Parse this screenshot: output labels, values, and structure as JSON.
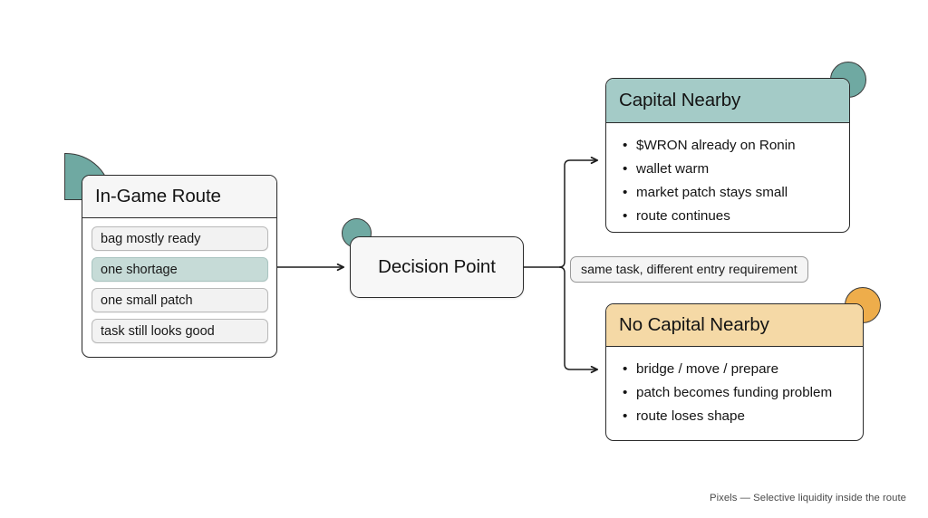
{
  "diagram": {
    "title_caption": "Pixels — Selective liquidity inside the route",
    "colors": {
      "teal_header": "#a4cbc7",
      "teal_chip": "#c6dbd7",
      "teal_deco": "#6fa9a2",
      "orange_header": "#f5d9a6",
      "orange_deco": "#eead4b",
      "stroke": "#2b2b2b",
      "card_bg": "#ffffff",
      "neutral_header": "#f6f6f6"
    },
    "nodes": {
      "ingame_route": {
        "title": "In-Game Route",
        "items": [
          {
            "label": "bag mostly ready",
            "highlighted": false
          },
          {
            "label": "one shortage",
            "highlighted": true
          },
          {
            "label": "one small patch",
            "highlighted": false
          },
          {
            "label": "task still looks good",
            "highlighted": false
          }
        ]
      },
      "decision_point": {
        "label": "Decision Point"
      },
      "capital_nearby": {
        "title": "Capital Nearby",
        "bullets": [
          "$WRON already on Ronin",
          "wallet warm",
          "market patch stays small",
          "route continues"
        ]
      },
      "no_capital_nearby": {
        "title": "No Capital Nearby",
        "bullets": [
          "bridge / move / prepare",
          "patch becomes funding problem",
          "route loses shape"
        ]
      }
    },
    "edges": [
      {
        "from": "ingame_route",
        "to": "decision_point",
        "label": ""
      },
      {
        "from": "decision_point",
        "to": "capital_nearby",
        "label": ""
      },
      {
        "from": "decision_point",
        "to": "no_capital_nearby",
        "label": ""
      }
    ],
    "edge_label_middle": "same task, different entry requirement"
  }
}
